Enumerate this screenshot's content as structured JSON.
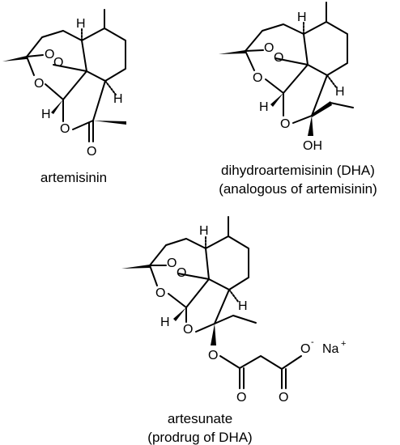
{
  "molecules": {
    "artemisinin": {
      "caption": "artemisinin",
      "atoms": {
        "o_peroxide_1": "O",
        "o_peroxide_2": "O",
        "o_ring": "O",
        "o_lactone": "O",
        "o_carbonyl": "O",
        "h_top": "H",
        "h_bridge": "H",
        "h_right": "H"
      }
    },
    "dha": {
      "caption_line1": "dihydroartemisinin (DHA)",
      "caption_line2": "(analogous of artemisinin)",
      "atoms": {
        "o_peroxide_1": "O",
        "o_peroxide_2": "O",
        "o_ring": "O",
        "o_lactol": "O",
        "oh": "OH",
        "h_top": "H",
        "h_bridge": "H",
        "h_right": "H"
      }
    },
    "artesunate": {
      "caption_line1": "artesunate",
      "caption_line2": "(prodrug of DHA)",
      "atoms": {
        "o_peroxide_1": "O",
        "o_peroxide_2": "O",
        "o_ring": "O",
        "o_lactol": "O",
        "o_ester": "O",
        "o_ester_carbonyl": "O",
        "o_acid_carbonyl": "O",
        "o_carboxylate": "O",
        "charge_minus": "-",
        "counterion": "Na",
        "charge_plus": "+",
        "h_top": "H",
        "h_bridge": "H",
        "h_right": "H"
      }
    }
  }
}
